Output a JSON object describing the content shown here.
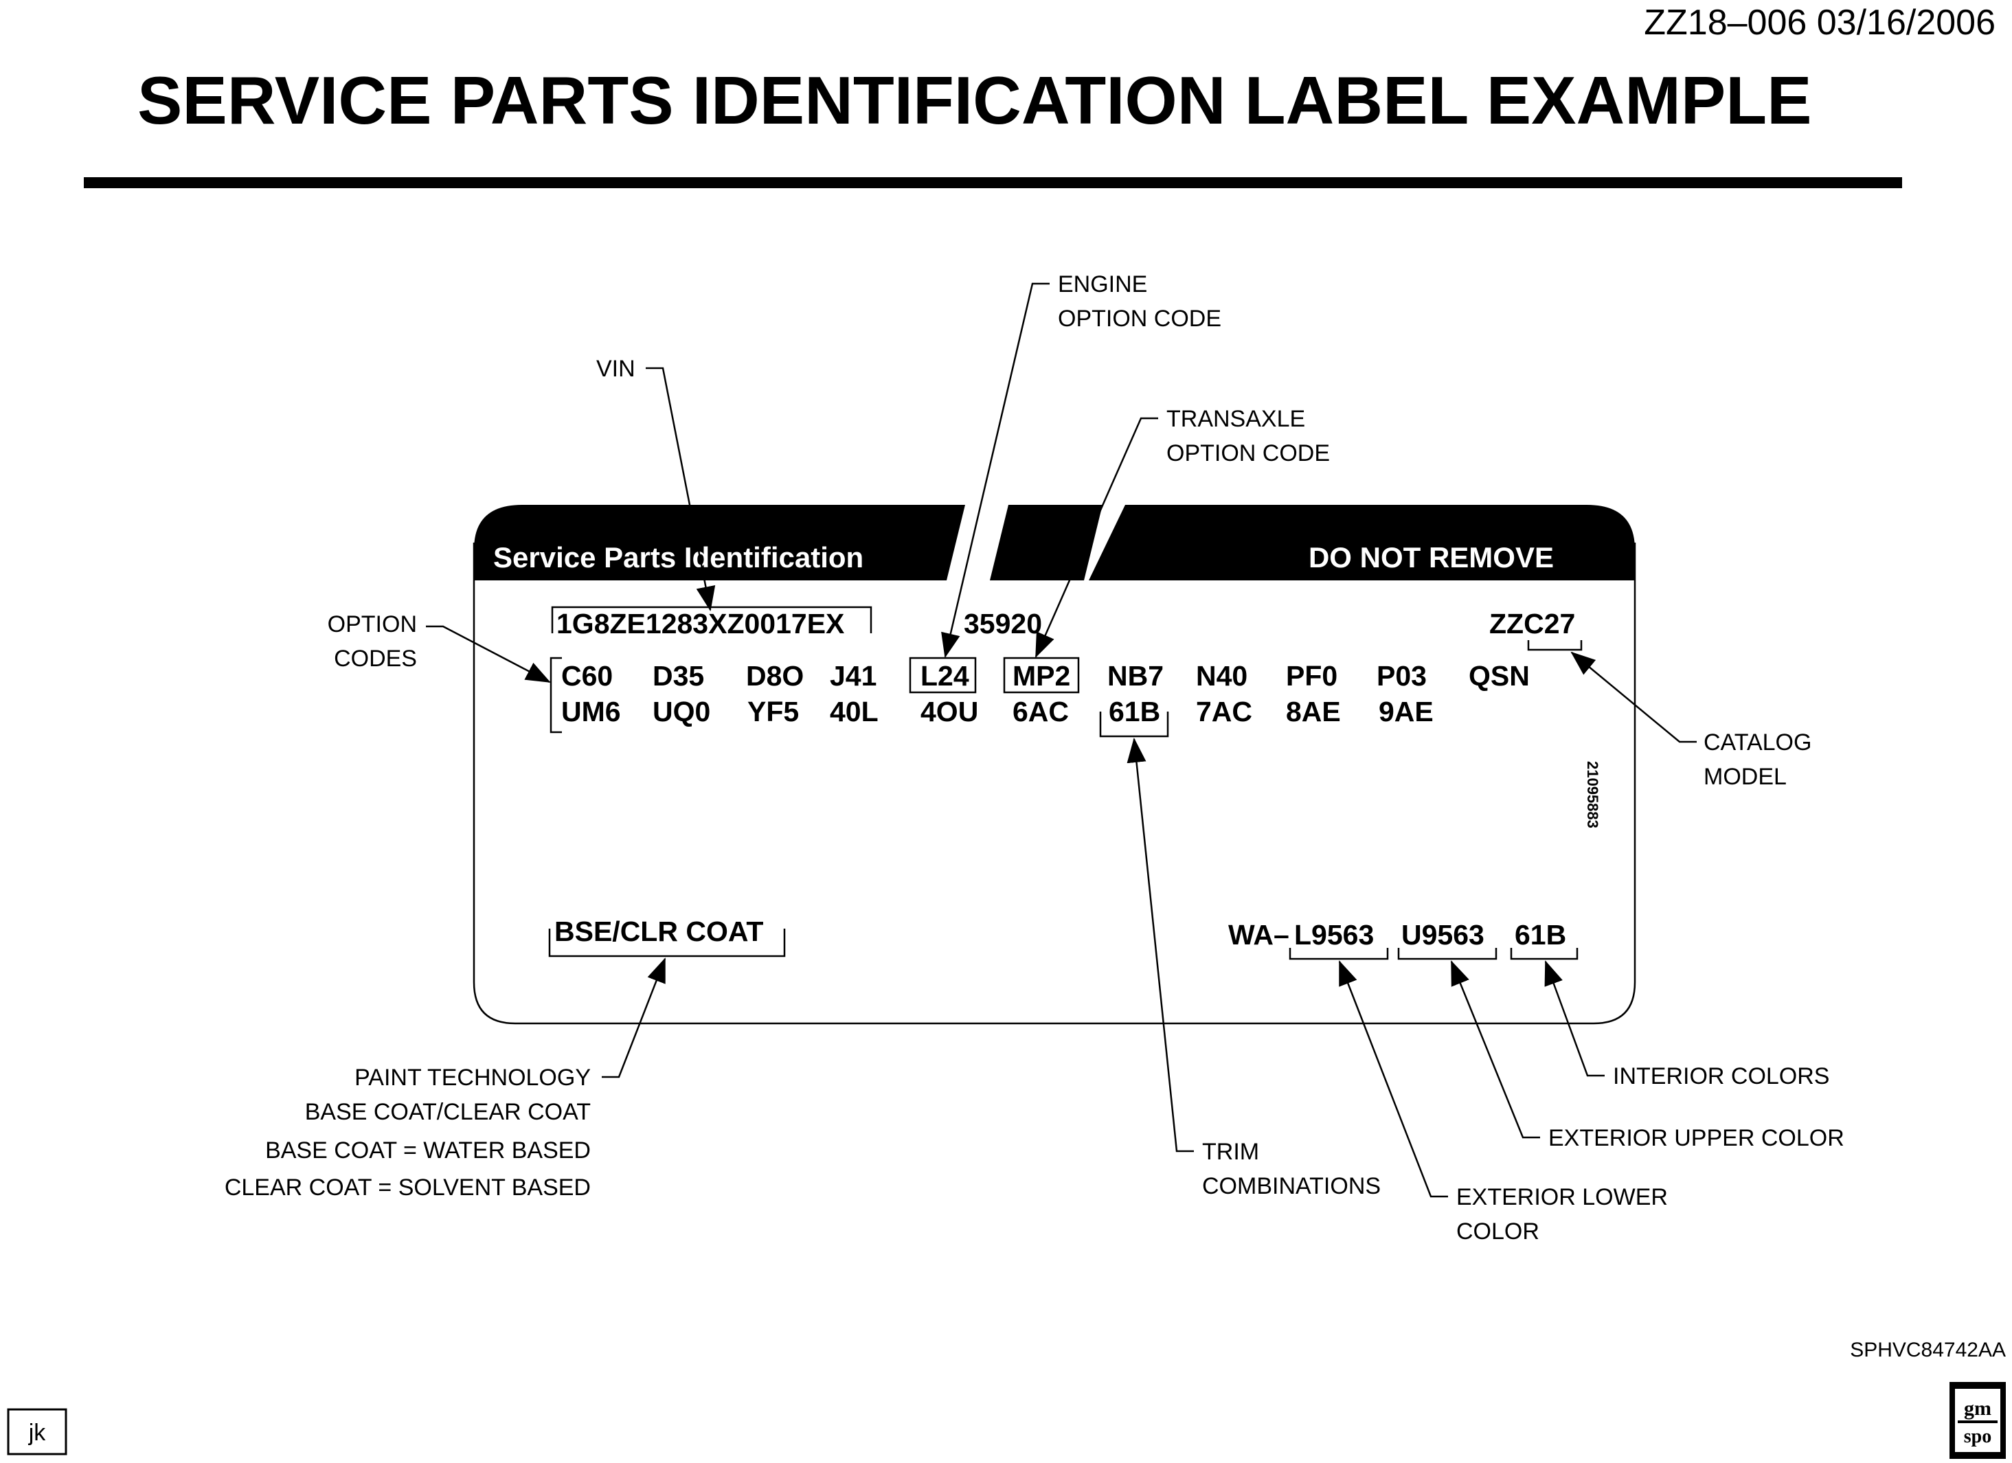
{
  "doc_id": "ZZ18–006  03/16/2006",
  "title": "SERVICE PARTS IDENTIFICATION LABEL EXAMPLE",
  "label": {
    "header_left": "Service Parts Identification",
    "header_right": "DO NOT REMOVE",
    "vin": "1G8ZE1283XZ0017EX",
    "number": "35920",
    "catalog_code": "ZZC27",
    "option_codes_row1": [
      "C60",
      "D35",
      "D8O",
      "J41",
      "L24",
      "MP2",
      "NB7",
      "N40",
      "PF0",
      "P03",
      "QSN"
    ],
    "option_codes_row2": [
      "UM6",
      "UQ0",
      "YF5",
      "40L",
      "4OU",
      "6AC",
      "61B",
      "7AC",
      "8AE",
      "9AE"
    ],
    "part_number": "21095883",
    "paint_tech": "BSE/CLR COAT",
    "color_prefix": "WA–",
    "color_lower": "L9563",
    "color_upper": "U9563",
    "color_interior": "61B"
  },
  "callouts": {
    "vin": "VIN",
    "engine": [
      "ENGINE",
      "OPTION CODE"
    ],
    "transaxle": [
      "TRANSAXLE",
      "OPTION CODE"
    ],
    "option_codes": [
      "OPTION",
      "CODES"
    ],
    "catalog": [
      "CATALOG",
      "MODEL"
    ],
    "paint": [
      "PAINT TECHNOLOGY",
      "BASE COAT/CLEAR COAT",
      "BASE COAT = WATER BASED",
      "CLEAR COAT = SOLVENT BASED"
    ],
    "trim": [
      "TRIM",
      "COMBINATIONS"
    ],
    "ext_lower": [
      "EXTERIOR LOWER",
      "COLOR"
    ],
    "ext_upper": "EXTERIOR UPPER COLOR",
    "interior": "INTERIOR COLORS"
  },
  "footer": {
    "ref": "SPHVC84742AA",
    "initials": "jk",
    "logo_top": "gm",
    "logo_bottom": "spo"
  }
}
